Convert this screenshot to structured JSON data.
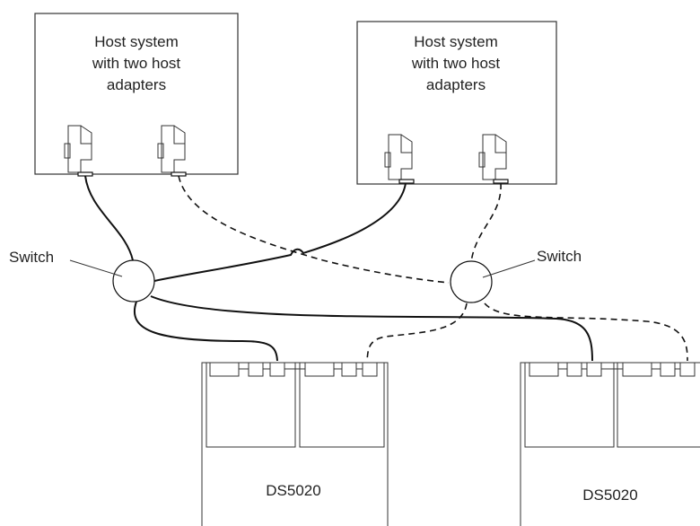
{
  "hosts": [
    {
      "lines": [
        "Host system",
        "with two host",
        "adapters"
      ]
    },
    {
      "lines": [
        "Host system",
        "with two host",
        "adapters"
      ]
    }
  ],
  "switches": [
    {
      "label": "Switch"
    },
    {
      "label": "Switch"
    }
  ],
  "storage": [
    {
      "label": "DS5020"
    },
    {
      "label": "DS5020"
    }
  ]
}
